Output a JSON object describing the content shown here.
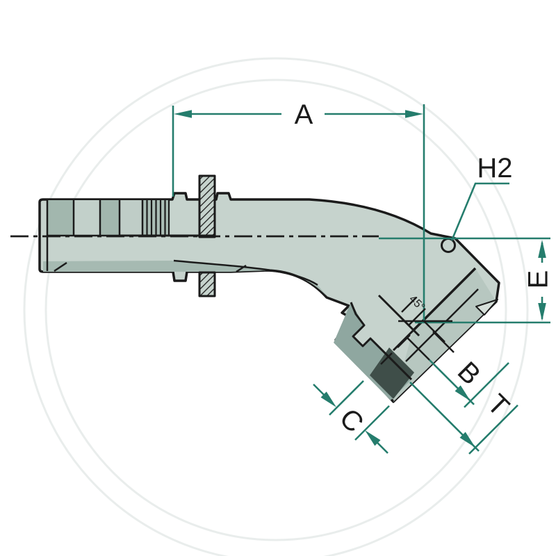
{
  "diagram": {
    "labels": {
      "length_a": "A",
      "hex_h2": "H2",
      "offset_e": "E",
      "dim_b": "B",
      "dim_t": "T",
      "dim_c": "C",
      "angle": "45°"
    },
    "colors": {
      "dimension_teal": "#257d6d",
      "outline_black": "#1b1b1b",
      "body_light": "#c6d3cd",
      "body_mid": "#8fa7a0",
      "body_shadow_dark": "#3f4e49",
      "body_band": "#a6bab2",
      "watermark_gray": "#e9edec"
    }
  }
}
